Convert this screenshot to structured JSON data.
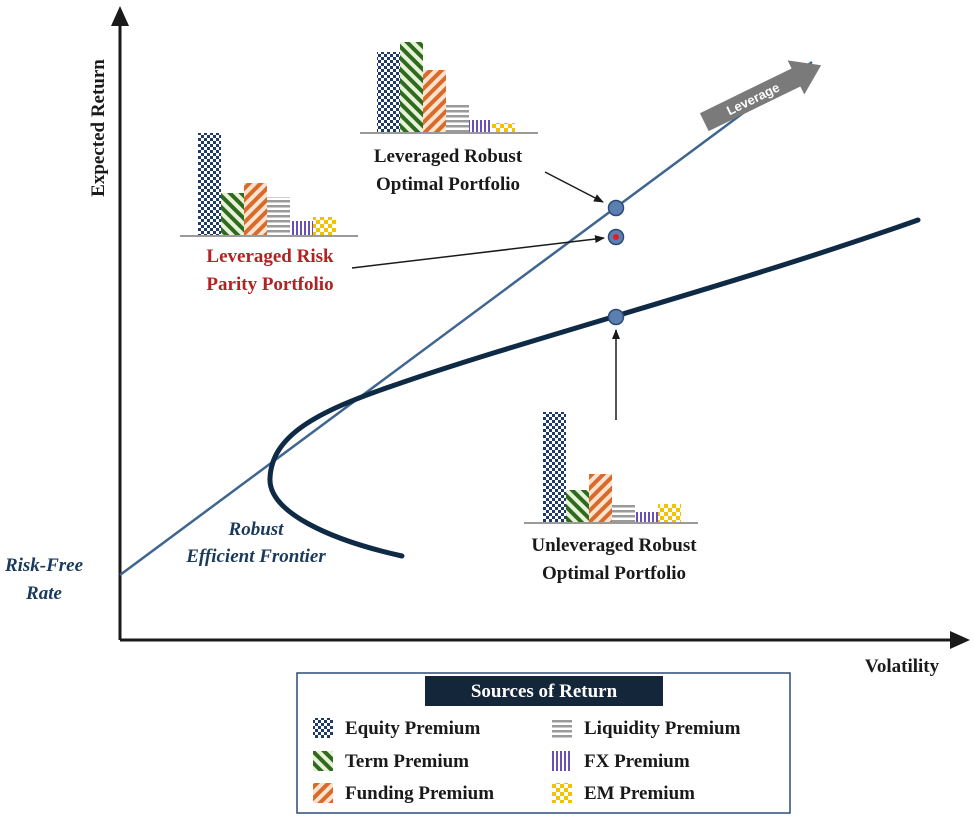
{
  "axes": {
    "y_label": "Expected Return",
    "x_label": "Volatility"
  },
  "labels": {
    "risk_free_line1": "Risk-Free",
    "risk_free_line2": "Rate",
    "frontier_line1": "Robust",
    "frontier_line2": "Efficient Frontier",
    "leverage": "Leverage"
  },
  "portfolios": {
    "leveraged_robust": {
      "line1": "Leveraged Robust",
      "line2": "Optimal Portfolio",
      "values": [
        80,
        90,
        62,
        28,
        12,
        9
      ]
    },
    "leveraged_risk_parity": {
      "line1": "Leveraged Risk",
      "line2": "Parity Portfolio",
      "values": [
        102,
        42,
        52,
        38,
        14,
        18
      ],
      "color": "#b22222"
    },
    "unleveraged_robust": {
      "line1": "Unleveraged Robust",
      "line2": "Optimal Portfolio",
      "values": [
        110,
        32,
        48,
        18,
        10,
        18
      ]
    }
  },
  "legend": {
    "title": "Sources of Return",
    "items": [
      {
        "label": "Equity Premium",
        "pattern": "equity"
      },
      {
        "label": "Term Premium",
        "pattern": "term"
      },
      {
        "label": "Funding Premium",
        "pattern": "funding"
      },
      {
        "label": "Liquidity Premium",
        "pattern": "liquidity"
      },
      {
        "label": "FX Premium",
        "pattern": "fx"
      },
      {
        "label": "EM Premium",
        "pattern": "em"
      }
    ]
  },
  "colors": {
    "axis": "#1a1a1a",
    "capital_line": "#3f6591",
    "frontier": "#0f2a44",
    "dark_text": "#1a3a5c",
    "point": "#5b7fb0",
    "point_highlight": "#e02020",
    "legend_title_bg": "#14263a"
  }
}
